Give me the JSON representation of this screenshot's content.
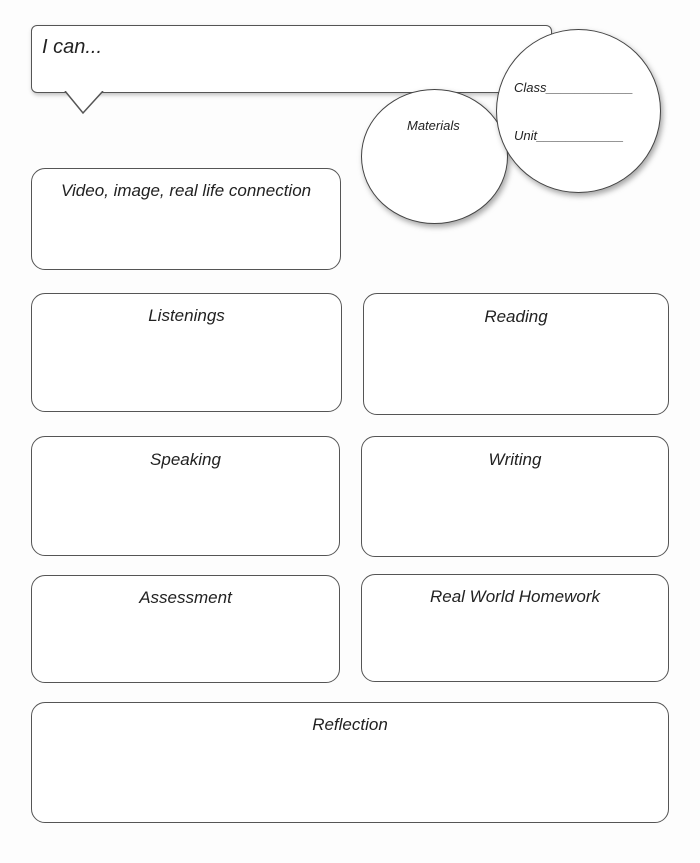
{
  "header": {
    "i_can_label": "I can..."
  },
  "circles": {
    "materials_label": "Materials",
    "class_label": "Class____________",
    "unit_label": "Unit____________"
  },
  "sections": {
    "connection": "Video, image, real life connection",
    "listenings": "Listenings",
    "reading": "Reading",
    "speaking": "Speaking",
    "writing": "Writing",
    "assessment": "Assessment",
    "homework": "Real World Homework",
    "reflection": "Reflection"
  }
}
